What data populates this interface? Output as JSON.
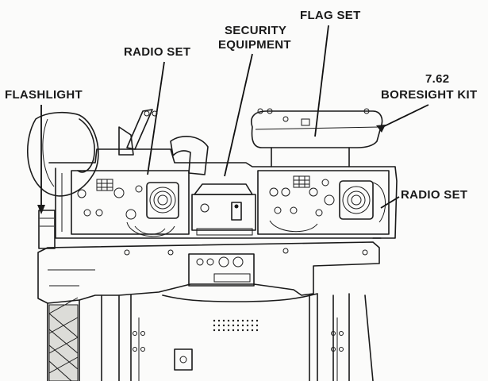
{
  "callouts": {
    "flashlight": "FLASHLIGHT",
    "radio_set_top": "RADIO SET",
    "security_line1": "SECURITY",
    "security_line2": "EQUIPMENT",
    "flag_set": "FLAG SET",
    "boresight_line1": "7.62",
    "boresight_line2": "BORESIGHT KIT",
    "radio_set_right": "RADIO SET"
  }
}
